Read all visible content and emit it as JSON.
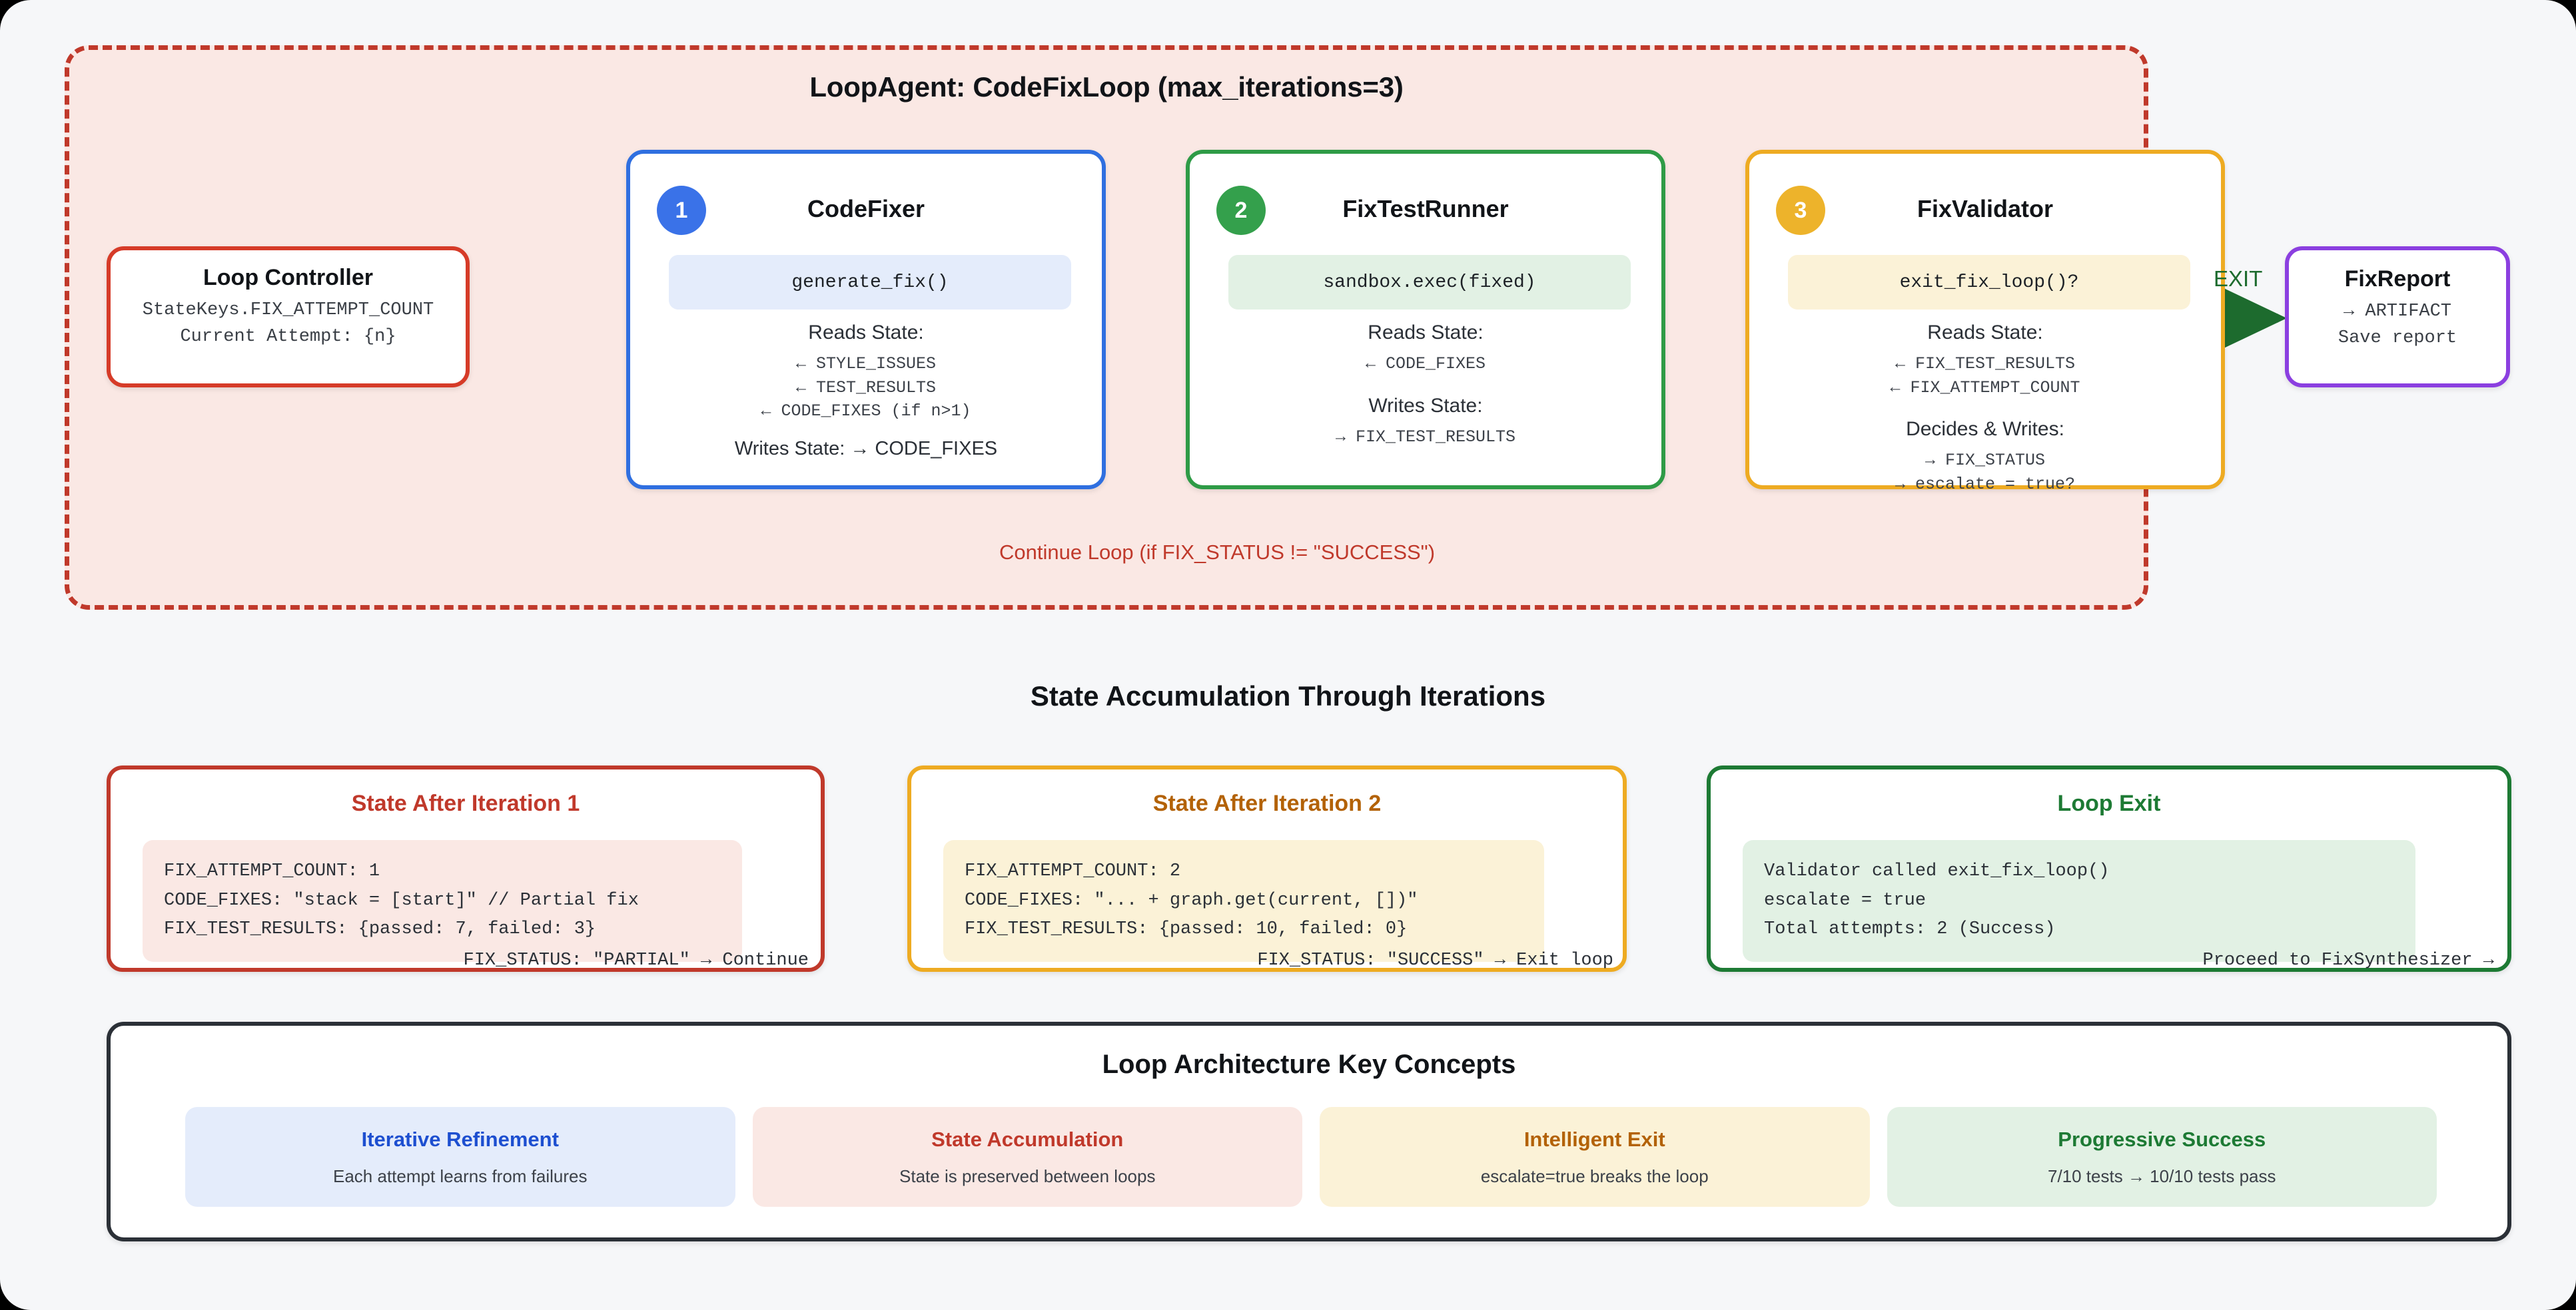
{
  "loop": {
    "title": "LoopAgent: CodeFixLoop (max_iterations=3)",
    "continue_label": "Continue Loop (if FIX_STATUS != \"SUCCESS\")",
    "exit_label": "EXIT"
  },
  "loop_controller": {
    "title": "Loop Controller",
    "line1": "StateKeys.FIX_ATTEMPT_COUNT",
    "line2": "Current Attempt: {n}"
  },
  "agents": [
    {
      "badge": "1",
      "title": "CodeFixer",
      "code": "generate_fix()",
      "reads_head": "Reads State:",
      "reads": [
        "← STYLE_ISSUES",
        "← TEST_RESULTS",
        "← CODE_FIXES (if n>1)"
      ],
      "writes_inline": "Writes State: → CODE_FIXES",
      "writes_head": "",
      "writes": [],
      "accent": "#2f6fe0"
    },
    {
      "badge": "2",
      "title": "FixTestRunner",
      "code": "sandbox.exec(fixed)",
      "reads_head": "Reads State:",
      "reads": [
        "← CODE_FIXES"
      ],
      "writes_inline": "",
      "writes_head": "Writes State:",
      "writes": [
        "→ FIX_TEST_RESULTS"
      ],
      "accent": "#2e9b46"
    },
    {
      "badge": "3",
      "title": "FixValidator",
      "code": "exit_fix_loop()?",
      "reads_head": "Reads State:",
      "reads": [
        "← FIX_TEST_RESULTS",
        "← FIX_ATTEMPT_COUNT"
      ],
      "writes_inline": "",
      "writes_head": "Decides & Writes:",
      "writes": [
        "→ FIX_STATUS",
        "→ escalate = true?"
      ],
      "accent": "#eeab22"
    }
  ],
  "fix_report": {
    "title": "FixReport",
    "line1": "→ ARTIFACT",
    "line2": "Save report"
  },
  "state_section": {
    "header": "State Accumulation Through Iterations",
    "cards": [
      {
        "title": "State After Iteration 1",
        "lines": [
          "FIX_ATTEMPT_COUNT: 1",
          "CODE_FIXES: \"stack = [start]\" // Partial fix",
          "FIX_TEST_RESULTS: {passed: 7, failed: 3}"
        ],
        "footer": "FIX_STATUS: \"PARTIAL\" → Continue"
      },
      {
        "title": "State After Iteration 2",
        "lines": [
          "FIX_ATTEMPT_COUNT: 2",
          "CODE_FIXES: \"... + graph.get(current, [])\"",
          "FIX_TEST_RESULTS: {passed: 10, failed: 0}"
        ],
        "footer": "FIX_STATUS: \"SUCCESS\" → Exit loop"
      },
      {
        "title": "Loop Exit",
        "lines": [
          "Validator called exit_fix_loop()",
          "escalate = true",
          "Total attempts: 2 (Success)"
        ],
        "footer": "Proceed to FixSynthesizer →"
      }
    ]
  },
  "concepts": {
    "title": "Loop Architecture Key Concepts",
    "items": [
      {
        "title": "Iterative Refinement",
        "desc": "Each attempt learns from failures"
      },
      {
        "title": "State Accumulation",
        "desc": "State is preserved between loops"
      },
      {
        "title": "Intelligent Exit",
        "desc": "escalate=true breaks the loop"
      },
      {
        "title": "Progressive Success",
        "desc": "7/10 tests → 10/10 tests pass"
      }
    ]
  },
  "colors": {
    "loop_frame_bg": "#fae8e4",
    "loop_frame_border": "#c0392b",
    "page_bg": "#f6f7f9",
    "blue": "#2f6fe0",
    "green": "#2e9b46",
    "amber": "#eeab22",
    "purple": "#8b3fe0",
    "exit_green": "#1d6b2e"
  }
}
